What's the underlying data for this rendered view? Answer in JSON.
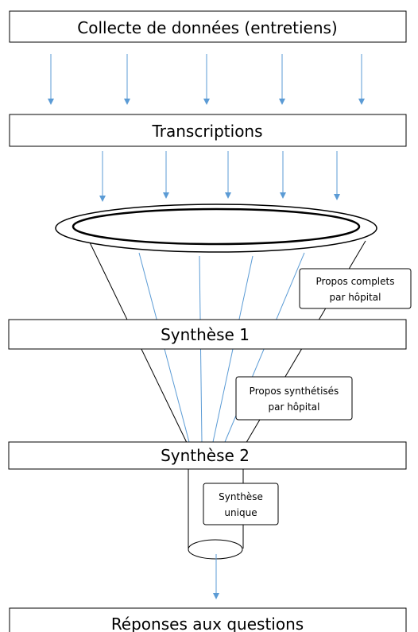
{
  "diagram": {
    "boxes": {
      "collecte": "Collecte de données (entretiens)",
      "transcriptions": "Transcriptions",
      "synthese1": "Synthèse 1",
      "synthese2": "Synthèse 2",
      "reponses": "Réponses aux questions"
    },
    "labels": {
      "propos_complets": [
        "Propos complets",
        "par hôpital"
      ],
      "propos_synthetises": [
        "Propos synthétisés",
        "par hôpital"
      ],
      "synthese_unique": [
        "Synthèse",
        "unique"
      ]
    },
    "colors": {
      "arrow": "#5b9bd5",
      "outline": "#000000",
      "background": "#ffffff"
    }
  }
}
